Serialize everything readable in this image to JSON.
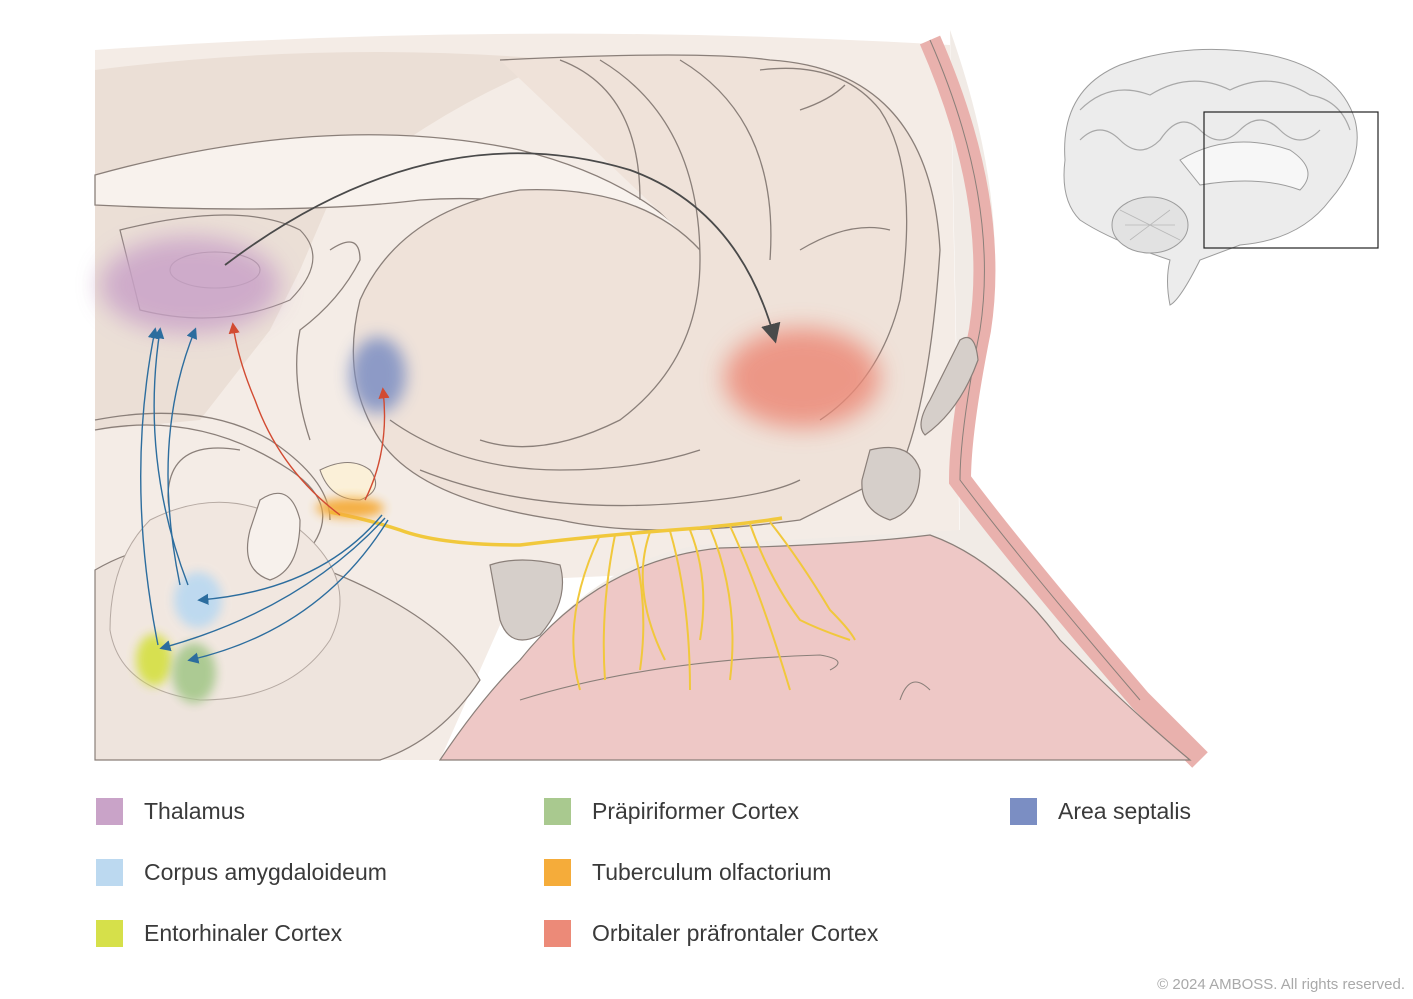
{
  "legend": [
    {
      "label": "Thalamus",
      "color": "#c9a3c8"
    },
    {
      "label": "Corpus amygdaloideum",
      "color": "#bcd9f0"
    },
    {
      "label": "Entorhinaler Cortex",
      "color": "#d6e04a"
    },
    {
      "label": "Präpiriformer Cortex",
      "color": "#a9c98f"
    },
    {
      "label": "Tuberculum olfactorium",
      "color": "#f5ac3a"
    },
    {
      "label": "Orbitaler präfrontaler Cortex",
      "color": "#ec8a78"
    },
    {
      "label": "Area septalis",
      "color": "#7b8ec3"
    }
  ],
  "colors": {
    "brain_tissue": "#ede1d8",
    "brain_light": "#f6eee8",
    "nasal_mucosa": "#eec8c6",
    "meninges": "#e9b1ad",
    "olfactory_nerve": "#f1c83c",
    "arrow_blue": "#2c6d9e",
    "arrow_red": "#d24b32",
    "arrow_grey": "#4a4a4a"
  },
  "footer": {
    "copyright": "© 2024 AMBOSS. All rights reserved."
  }
}
